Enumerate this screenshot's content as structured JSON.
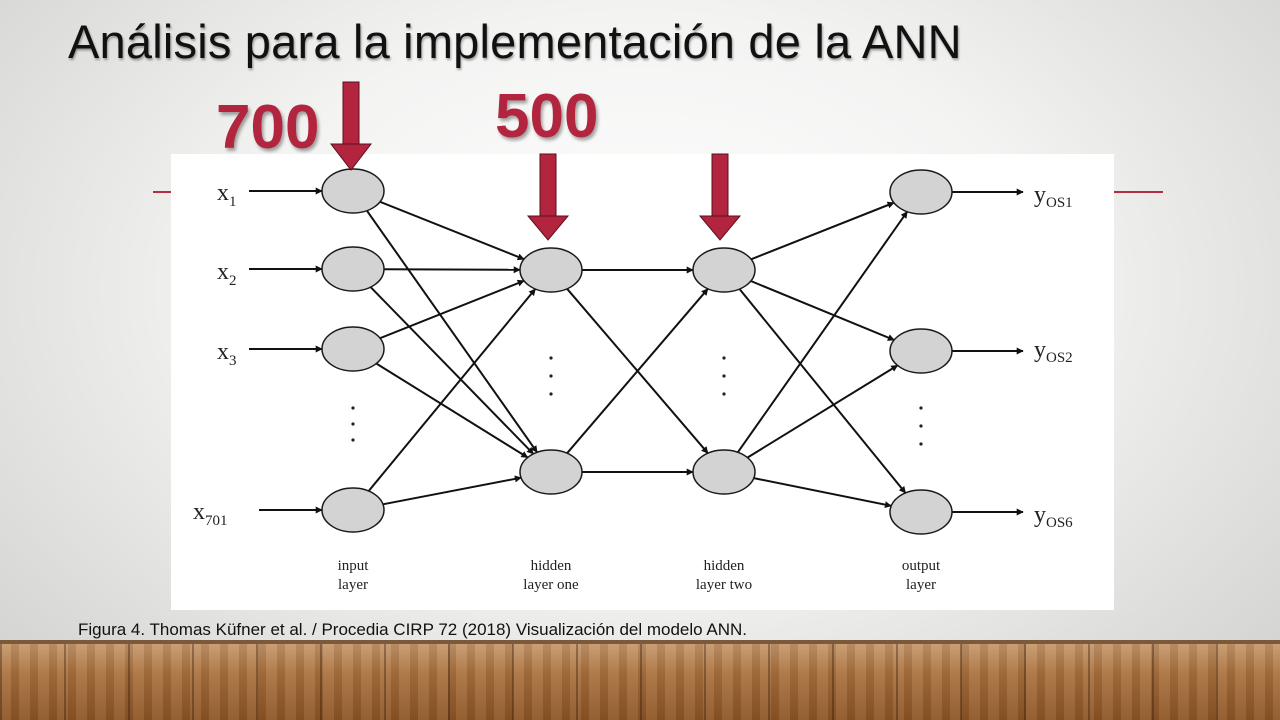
{
  "slide": {
    "title": "Análisis para la implementación de la ANN",
    "annotation_left": "700",
    "annotation_right": "500",
    "caption": "Figura 4. Thomas Küfner et al. / Procedia CIRP 72 (2018) Visualización del  modelo ANN."
  },
  "diagram": {
    "inputs": [
      {
        "base": "x",
        "sub": "1"
      },
      {
        "base": "x",
        "sub": "2"
      },
      {
        "base": "x",
        "sub": "3"
      },
      {
        "base": "x",
        "sub": "701"
      }
    ],
    "outputs": [
      {
        "base": "y",
        "sub": "OS1"
      },
      {
        "base": "y",
        "sub": "OS2"
      },
      {
        "base": "y",
        "sub": "OS6"
      }
    ],
    "layer_labels": {
      "input": [
        "input",
        "layer"
      ],
      "hidden_one": [
        "hidden",
        "layer one"
      ],
      "hidden_two": [
        "hidden",
        "layer two"
      ],
      "output": [
        "output",
        "layer"
      ]
    },
    "colors": {
      "node_fill": "#d3d3d3",
      "node_stroke": "#1a1a1a",
      "arrow": "#111111",
      "accent": "#b3243e"
    }
  }
}
